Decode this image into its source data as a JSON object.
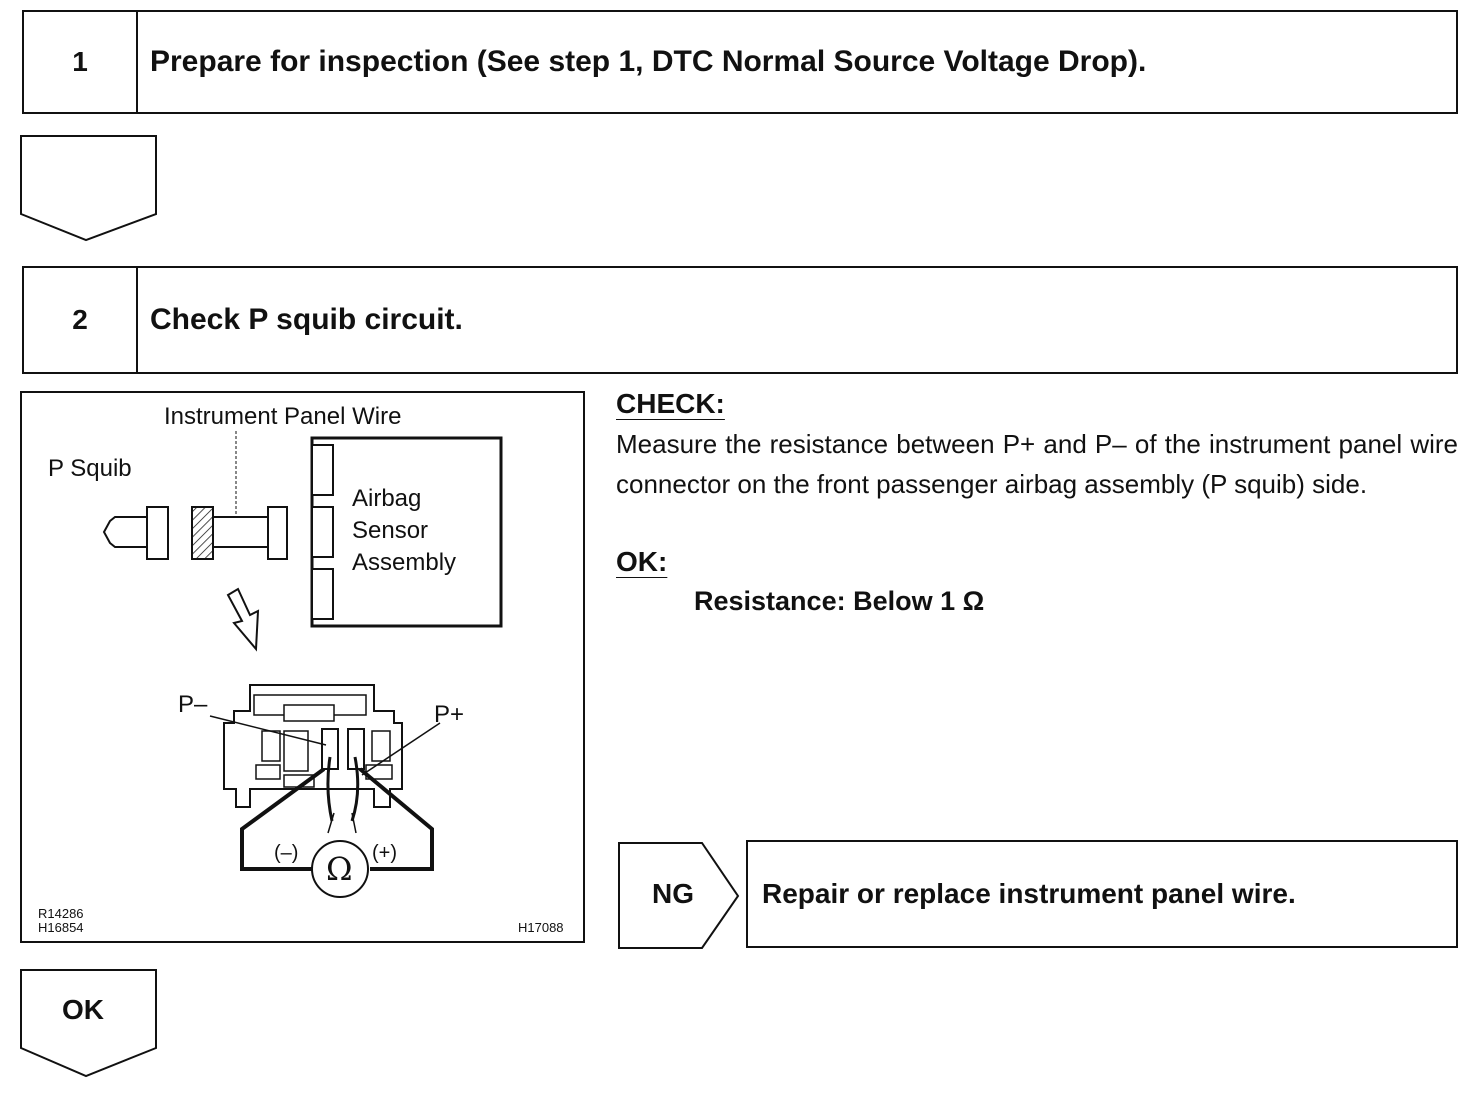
{
  "steps": [
    {
      "number": "1",
      "title": "Prepare for inspection (See step 1, DTC Normal Source Voltage Drop)."
    },
    {
      "number": "2",
      "title": "Check P squib circuit."
    }
  ],
  "diagram": {
    "label_instrument_panel_wire": "Instrument Panel Wire",
    "label_p_squib": "P Squib",
    "label_airbag_sensor_line1": "Airbag",
    "label_airbag_sensor_line2": "Sensor",
    "label_airbag_sensor_line3": "Assembly",
    "label_p_minus": "P–",
    "label_p_plus": "P+",
    "label_meter_minus": "(–)",
    "label_meter_plus": "(+)",
    "ohm_symbol": "Ω",
    "ref_code_left": "R14286\nH16854",
    "ref_code_right": "H17088"
  },
  "check": {
    "heading": "CHECK:",
    "body": "Measure the resistance between P+ and P– of the instrument panel wire connector on the front passenger airbag assembly (P squib) side.",
    "ok_heading": "OK:",
    "ok_spec": "Resistance: Below 1 Ω"
  },
  "ng_result": {
    "label": "NG",
    "action": "Repair or replace instrument panel wire."
  },
  "ok_result": {
    "label": "OK"
  }
}
